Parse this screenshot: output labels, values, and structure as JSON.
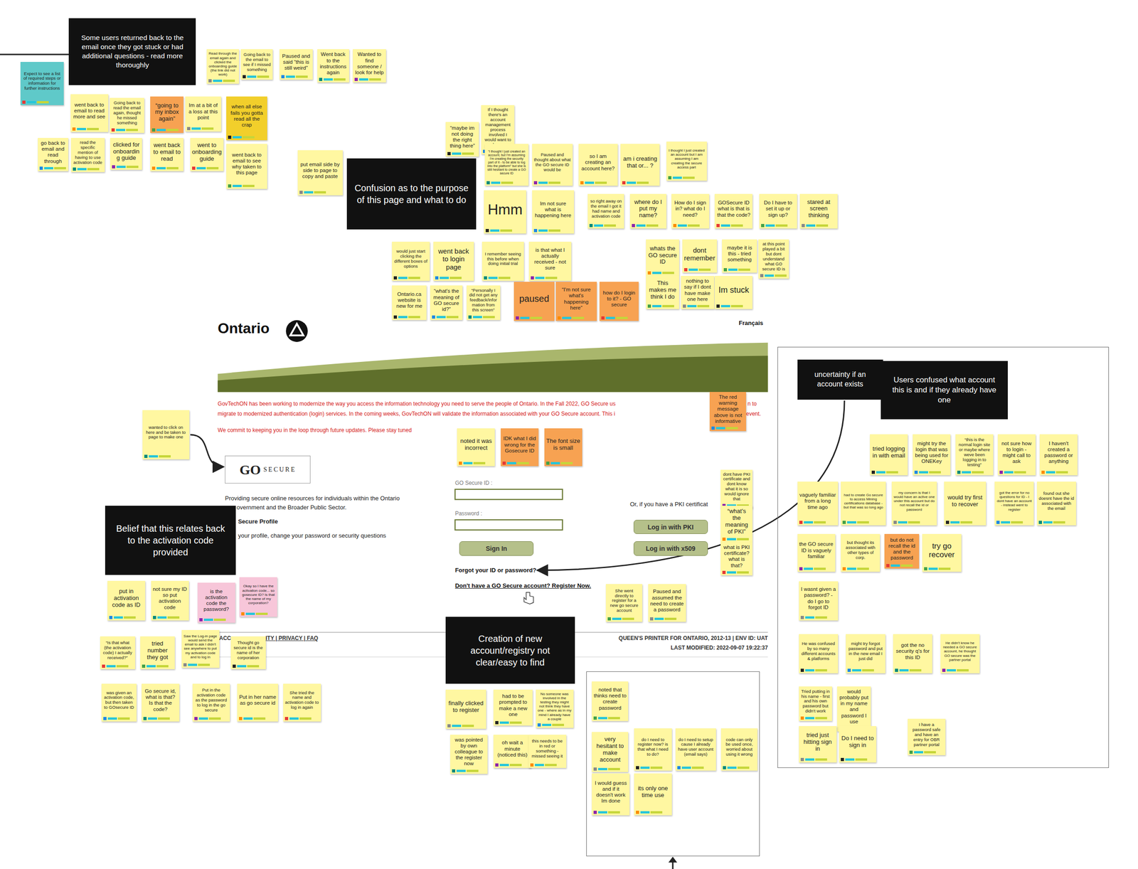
{
  "diagram": {
    "nodes": [
      {
        "text": [
          "Expect to see a list of required steps or information for further instructions"
        ]
      },
      {
        "text": [
          "Some users returned back to the email once they got stuck or had additional questions - read more thoroughly"
        ]
      },
      {
        "text": [
          "Read through the email again and clicked the onboarding guide (the link did not work)"
        ]
      },
      {
        "text": [
          "Going back to the email to see if I missed something"
        ]
      },
      {
        "text": [
          "Paused and said “this is still weird”"
        ]
      },
      {
        "text": [
          "Went back to the instructions again"
        ]
      },
      {
        "text": [
          "Wanted to find someone / look for help"
        ]
      },
      {
        "text": [
          "went back to email to read more and see"
        ]
      },
      {
        "text": [
          "Going back to read the email again, thought he missed something"
        ]
      },
      {
        "text": [
          "“going to my inbox again”"
        ]
      },
      {
        "text": [
          "Im at a bit of a loss at this point"
        ]
      },
      {
        "text": [
          "when all else fails you gotta read all the crap"
        ]
      },
      {
        "text": [
          "go back to email and read through"
        ]
      },
      {
        "text": [
          "read the specific mention of having to use activation code"
        ]
      },
      {
        "text": [
          "clicked for onboarding guide"
        ]
      },
      {
        "text": [
          "went back to email to read"
        ]
      },
      {
        "text": [
          "went to onboarding guide"
        ]
      },
      {
        "text": [
          "went back to email to see why taken to this page"
        ]
      },
      {
        "text": [
          "put email side by side to page to copy and paste"
        ]
      },
      {
        "text": [
          "“maybe im not doing the right thing here”"
        ]
      },
      {
        "text": [
          "If I thought there's an account management process involved I would want to know"
        ]
      },
      {
        "text": [
          "“I thought I just created an account, but I'm assuming I'm creating the security part of it - to be able to log into the platform” but she is still hesitant to create a GO secure ID"
        ]
      },
      {
        "text": [
          "Paused and thought about what the GO secure ID would be"
        ]
      },
      {
        "text": [
          "so I am creating an account here?"
        ]
      },
      {
        "text": [
          "am i creating that or... ?"
        ]
      },
      {
        "text": [
          "I thought I just created an account but I am assuming I am creating the secure access part"
        ]
      },
      {
        "text": [
          "Confusion as to the purpose of this page and what to do"
        ]
      },
      {
        "text": [
          "Hmm"
        ]
      },
      {
        "text": [
          "Im not sure what is happening here"
        ]
      },
      {
        "text": [
          "so right away on the email I got it had name and activation code"
        ]
      },
      {
        "text": [
          "where do I put my name?"
        ]
      },
      {
        "text": [
          "How do I sign in? what do I need?"
        ]
      },
      {
        "text": [
          "GOSecure ID what is that is that the code?"
        ]
      },
      {
        "text": [
          "Do I have to set it up or sign up?"
        ]
      },
      {
        "text": [
          "stared at screen thinking"
        ]
      },
      {
        "text": [
          "would just start clicking the different boxes of options"
        ]
      },
      {
        "text": [
          "went back to login page"
        ]
      },
      {
        "text": [
          "I remember seeing this before when doing initial trial"
        ]
      },
      {
        "text": [
          "is that what I actually received - not sure"
        ]
      },
      {
        "text": [
          "whats the GO secure ID"
        ]
      },
      {
        "text": [
          "dont remember"
        ]
      },
      {
        "text": [
          "maybe it is this - tried something"
        ]
      },
      {
        "text": [
          "at this point played a bit but dont understand what GO secure ID is"
        ]
      },
      {
        "text": [
          "Ontario.ca website is new for me"
        ]
      },
      {
        "text": [
          "“what's the meaning of GO secure id?”"
        ]
      },
      {
        "text": [
          "“Personally I did not get any feedback/information from this screen”"
        ]
      },
      {
        "text": [
          "paused"
        ]
      },
      {
        "text": [
          "“I'm not sure what's happening here”"
        ]
      },
      {
        "text": [
          "how do I login to it? - GO secure"
        ]
      },
      {
        "text": [
          "This makes me think I do"
        ]
      },
      {
        "text": [
          "nothing to say if I dont have make one here"
        ]
      },
      {
        "text": [
          "Im stuck"
        ]
      },
      {
        "text": [
          "The red warning message above is not informative"
        ]
      },
      {
        "text": [
          "wanted to click on here and be taken to page to make one"
        ]
      },
      {
        "text": [
          "GO",
          "SECURE"
        ]
      },
      {
        "text": [
          "noted it was incorrect"
        ]
      },
      {
        "text": [
          "IDK what I did wrong for the Gosecure ID"
        ]
      },
      {
        "text": [
          "The font size is small"
        ]
      },
      {
        "text": [
          "Sign In"
        ]
      },
      {
        "text": [
          "Forgot your ID or password?"
        ]
      },
      {
        "text": [
          "Log in with PKI"
        ]
      },
      {
        "text": [
          "Log in with x509"
        ]
      },
      {
        "text": [
          "dont have PKI certificate and dont know what it is so would ignore that"
        ]
      },
      {
        "text": [
          "“what's the meaning of PKI”"
        ]
      },
      {
        "text": [
          "what is PKI certificate? what is that?"
        ]
      },
      {
        "text": [
          "She went directly to register for a new go secure account"
        ]
      },
      {
        "text": [
          "Paused and assumed the need to create a password"
        ]
      },
      {
        "text": [
          "Belief that this relates back to the activation code provided"
        ]
      },
      {
        "text": [
          "put in activation code as ID"
        ]
      },
      {
        "text": [
          "not sure my ID so put activation code"
        ]
      },
      {
        "text": [
          "is the activation code the password?"
        ]
      },
      {
        "text": [
          "Okay so I have the activation code... so gosecure ID? Is that the name of my corporation?"
        ]
      },
      {
        "text": [
          "“Is that what (the activation code) I actually received?”"
        ]
      },
      {
        "text": [
          "tried number they got"
        ]
      },
      {
        "text": [
          "Saw the Log-in page would send the email to ask I didn't see anywhere to put my activation code and to log in"
        ]
      },
      {
        "text": [
          "Thought go secure id is the name of her corporation"
        ]
      },
      {
        "text": [
          "was given an activation code, but then taken to GOsecure ID"
        ]
      },
      {
        "text": [
          "Go secure id, what is that? Is that the code?"
        ]
      },
      {
        "text": [
          "Put in the activation code as the password to log in the go secure"
        ]
      },
      {
        "text": [
          "Put in her name as go secure id"
        ]
      },
      {
        "text": [
          "She tried the name and activation code to log in again"
        ]
      },
      {
        "text": [
          "Creation of new account/registry not clear/easy to find"
        ]
      },
      {
        "text": [
          "finally clicked to register"
        ]
      },
      {
        "text": [
          "had to be prompted to make a new one"
        ]
      },
      {
        "text": [
          "No someone was involved in the testing they might not think they have one - where as in my mind I already have a couple"
        ]
      },
      {
        "text": [
          "was pointed by own colleague to the register now"
        ]
      },
      {
        "text": [
          "oh wait a minute (noticed this)"
        ]
      },
      {
        "text": [
          "this needs to be in red or something - missed seeing it"
        ]
      },
      {
        "text": []
      },
      {
        "text": [
          "noted that thinks need to create password"
        ],
        "in": 88
      },
      {
        "text": [
          "very hesitant to make account"
        ],
        "in": 88
      },
      {
        "text": [
          "do I need to register now? is that what I need to do?"
        ],
        "in": 88
      },
      {
        "text": [
          "do I need to setup cause I already have user account (email says)"
        ],
        "in": 88
      },
      {
        "text": [
          "code can only be used once, worried about using it wrong"
        ],
        "in": 88
      },
      {
        "text": [
          "I would guess and if it doesn't work Im done"
        ],
        "in": 88
      },
      {
        "text": [
          "its only one time use"
        ],
        "in": 88
      },
      {
        "text": []
      },
      {
        "text": [
          "uncertainty if an account exists"
        ],
        "in": 96
      },
      {
        "text": [
          "Users confused what account this is and if they already have one"
        ],
        "in": 96
      },
      {
        "text": [
          "tried logging in with email"
        ],
        "in": 96
      },
      {
        "text": [
          "might try the login that was being used for ONEKey"
        ],
        "in": 96
      },
      {
        "text": [
          "“this is the normal login site or maybe where weve been logging in to testing”"
        ],
        "in": 96
      },
      {
        "text": [
          "not sure how to login - might call to ask"
        ],
        "in": 96
      },
      {
        "text": [
          "I haven't created a password or anything"
        ],
        "in": 96
      },
      {
        "text": [
          "vaguely familiar from a long time ago"
        ],
        "in": 96
      },
      {
        "text": [
          "had to create Go secure to access Mining certifications database - but that was so long ago"
        ],
        "in": 96
      },
      {
        "text": [
          "my concern is that I would have an active one under this account but do not recall the id or password"
        ],
        "in": 96
      },
      {
        "text": [
          "would try first to recover"
        ],
        "in": 96
      },
      {
        "text": [
          "got the error for no questions for ID - I dont have an account - instead went to register"
        ],
        "in": 96
      },
      {
        "text": [
          "found out she doesnt have the id associated with the email"
        ],
        "in": 96
      },
      {
        "text": [
          "the GO secure ID is vaguely familiar"
        ],
        "in": 96
      },
      {
        "text": [
          "but thought its associated with other types of corp."
        ],
        "in": 96
      },
      {
        "text": [
          "but do not recall the id and the password"
        ],
        "in": 96
      },
      {
        "text": [
          "try go recover"
        ],
        "in": 96
      },
      {
        "text": [
          "I wasnt given a password? - do I go to forgot ID"
        ],
        "in": 96
      },
      {
        "text": [
          "He was confused by so many different accounts & platforms"
        ],
        "in": 96
      },
      {
        "text": [
          "might try forgot password and put in the new email I just did"
        ],
        "in": 96
      },
      {
        "text": [
          "got the no security q's for this ID"
        ],
        "in": 96
      },
      {
        "text": [
          "He didn't know he needed a GO secure account, he thought GO secure was the partner portal"
        ],
        "in": 96
      },
      {
        "text": [
          "Tried putting in his name - first and his own password but didn't work"
        ],
        "in": 96
      },
      {
        "text": [
          "would probably put in my name and password I use"
        ],
        "in": 96
      },
      {
        "text": [
          "I have a password safe and have an entry for OBR partner portal"
        ],
        "in": 96
      },
      {
        "text": [
          "tried just hitting sign in"
        ],
        "in": 96
      },
      {
        "text": [
          "Do I need to sign in"
        ],
        "in": 96
      }
    ],
    "edges": [
      {
        "from": 53,
        "to": 54,
        "arrow": "to"
      },
      {
        "from": 97,
        "to": 59,
        "arrow": "to"
      }
    ],
    "labels": [
      "Ontario",
      "Français",
      "GovTechON has been working to modernize the way you access the information technology you need to serve the people of Ontario. In the Fall 2022, GO Secure us",
      "n to",
      "migrate to modernized authentication (login) services. In the coming weeks, GovTechON will validate the information associated with your GO Secure account. This i",
      "event.",
      "We commit to keeping you in the loop through future updates. Please stay tuned",
      "Providing secure online resources for individuals within the Ontario",
      "overnment and the Broader Public Sector.",
      "Secure Profile",
      "your profile, change your password or security questions",
      "GO Secure ID :",
      "Password :",
      "Don't have a GO Secure account? Register Now.",
      "Or, if you have a PKI certificat",
      "ACC",
      "ITY | PRIVACY | FAQ",
      "QUEEN'S PRINTER FOR ONTARIO, 2012-13 | ENV ID: UAT",
      "LAST MODIFIED: 2022-09-07 19:22:37"
    ]
  }
}
